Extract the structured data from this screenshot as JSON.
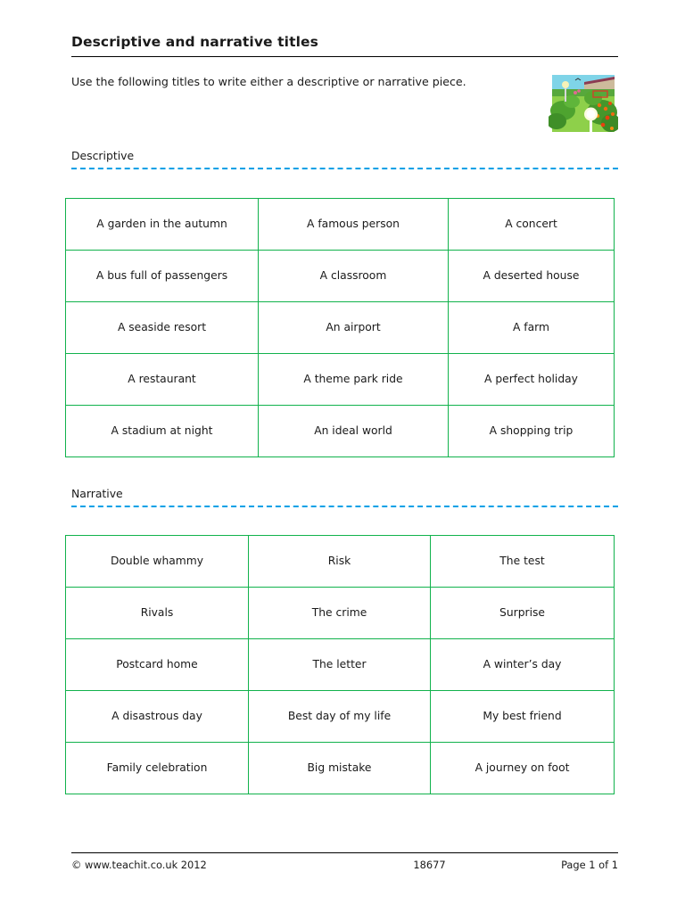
{
  "document": {
    "title": "Descriptive and narrative titles",
    "intro": "Use the following titles to write either a descriptive or narrative piece."
  },
  "illustration": {
    "name": "garden-illustration",
    "alt": "A colourful garden with lawn, flower beds, shrubs, a wall and two white lamp globes"
  },
  "sections": [
    {
      "id": "descriptive",
      "label": "Descriptive",
      "table": {
        "rows": [
          [
            "A garden in the autumn",
            "A famous person",
            "A concert"
          ],
          [
            "A bus full of passengers",
            "A classroom",
            "A deserted house"
          ],
          [
            "A seaside resort",
            "An airport",
            "A farm"
          ],
          [
            "A restaurant",
            "A theme park ride",
            "A perfect holiday"
          ],
          [
            "A stadium at night",
            "An ideal world",
            "A shopping trip"
          ]
        ]
      }
    },
    {
      "id": "narrative",
      "label": "Narrative",
      "table": {
        "rows": [
          [
            "Double whammy",
            "Risk",
            "The test"
          ],
          [
            "Rivals",
            "The crime",
            "Surprise"
          ],
          [
            "Postcard home",
            "The letter",
            "A winter’s day"
          ],
          [
            "A disastrous day",
            "Best day of my life",
            "My best friend"
          ],
          [
            "Family celebration",
            "Big mistake",
            "A journey on foot"
          ]
        ]
      }
    }
  ],
  "footer": {
    "copyright": "© www.teachit.co.uk 2012",
    "reference": "18677",
    "page": "Page 1 of 1"
  },
  "colors": {
    "table_border_green": "#11b24c",
    "dashed_rule_blue": "#00a0e6",
    "text": "#1a1a1a",
    "rule_black": "#000000"
  }
}
